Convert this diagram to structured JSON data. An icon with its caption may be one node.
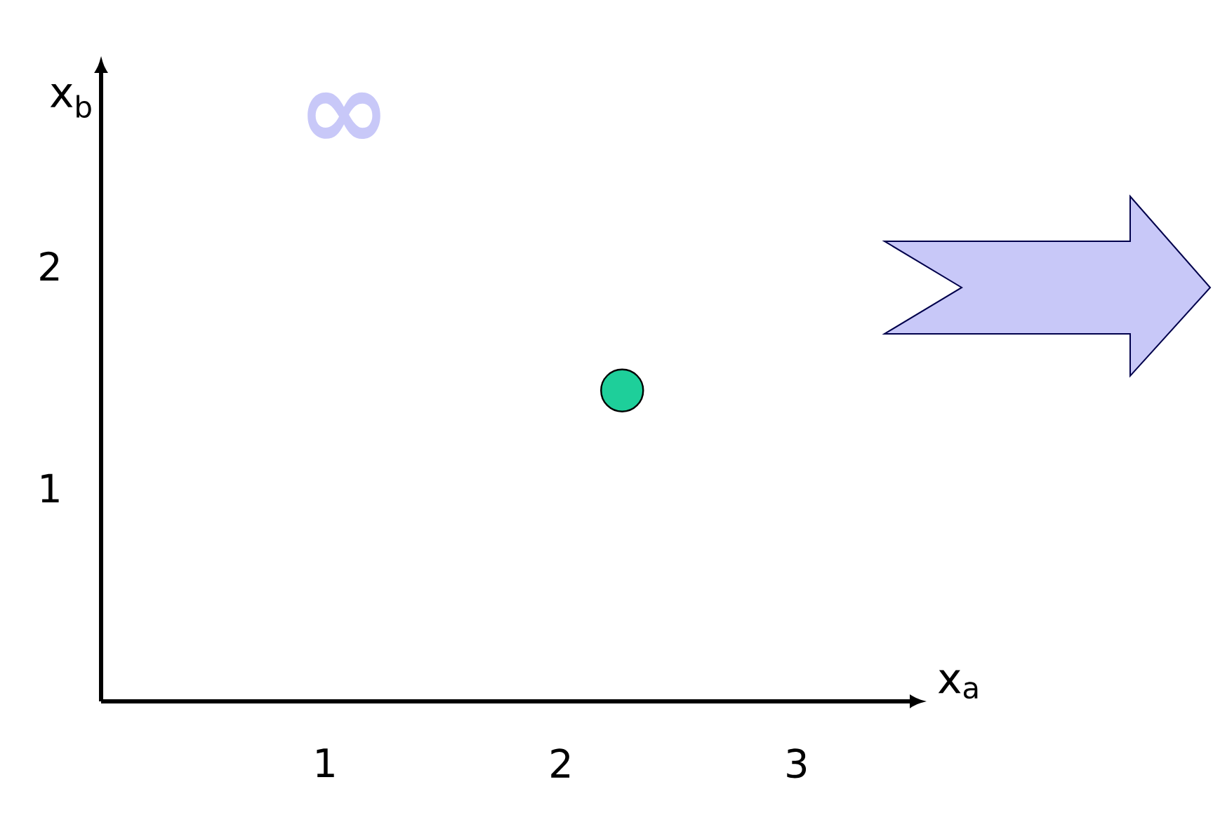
{
  "diagram": {
    "labels": [
      "∞"
    ],
    "chart_data": {
      "type": "scatter",
      "xlabel": "x$_{a}$",
      "ylabel": "x$_{b}$",
      "x": [
        2.26
      ],
      "series": [
        {
          "color": "#1ecf9a",
          "values": [
            1.44
          ]
        }
      ],
      "xlim": [
        0.05,
        3.48
      ],
      "ylim": [
        0.04,
        2.87
      ],
      "xticks": [
        1,
        2,
        3
      ],
      "yticks": [
        1,
        2
      ]
    }
  }
}
